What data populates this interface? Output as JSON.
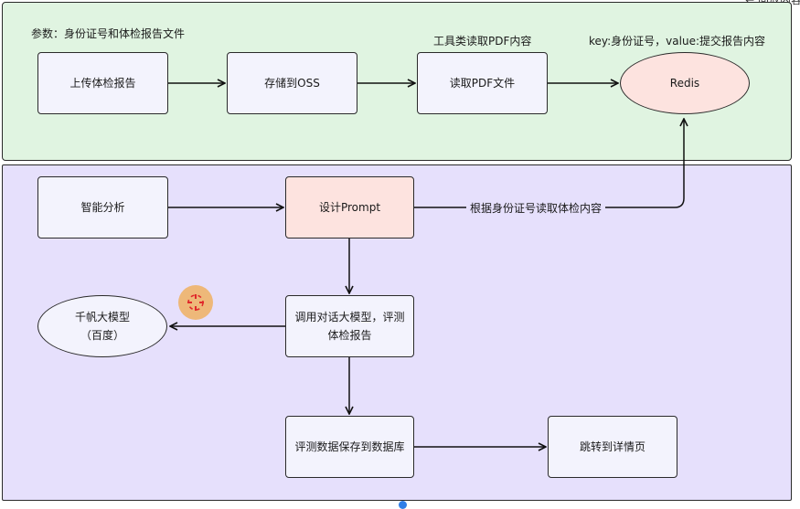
{
  "corner_text": "← 回放内容",
  "top_panel": {
    "params_label": "参数：身份证号和体检报告文件",
    "pdf_tool_label": "工具类读取PDF内容",
    "redis_kv_label": "key:身份证号，value:提交报告内容",
    "nodes": {
      "upload": "上传体检报告",
      "oss": "存储到OSS",
      "read_pdf": "读取PDF文件",
      "redis": "Redis"
    }
  },
  "bottom_panel": {
    "nodes": {
      "analysis": "智能分析",
      "prompt": "设计Prompt",
      "call_llm": "调用对话大模型，评测体检报告",
      "qianfan_line1": "千帆大模型",
      "qianfan_line2": "（百度）",
      "save_db": "评测数据保存到数据库",
      "detail": "跳转到详情页"
    },
    "edge_read_by_id": "根据身份证号读取体检内容"
  },
  "colors": {
    "top_panel_bg": "#e0f4e1",
    "bottom_panel_bg": "#e6e0fc",
    "node_bg": "#f3f3fd",
    "highlight_bg": "#fde3df",
    "stroke": "#2a2a2a",
    "cursor": "#efb673",
    "cursor_cross": "#e02020"
  },
  "icons": [
    "cursor-crosshair-icon"
  ]
}
